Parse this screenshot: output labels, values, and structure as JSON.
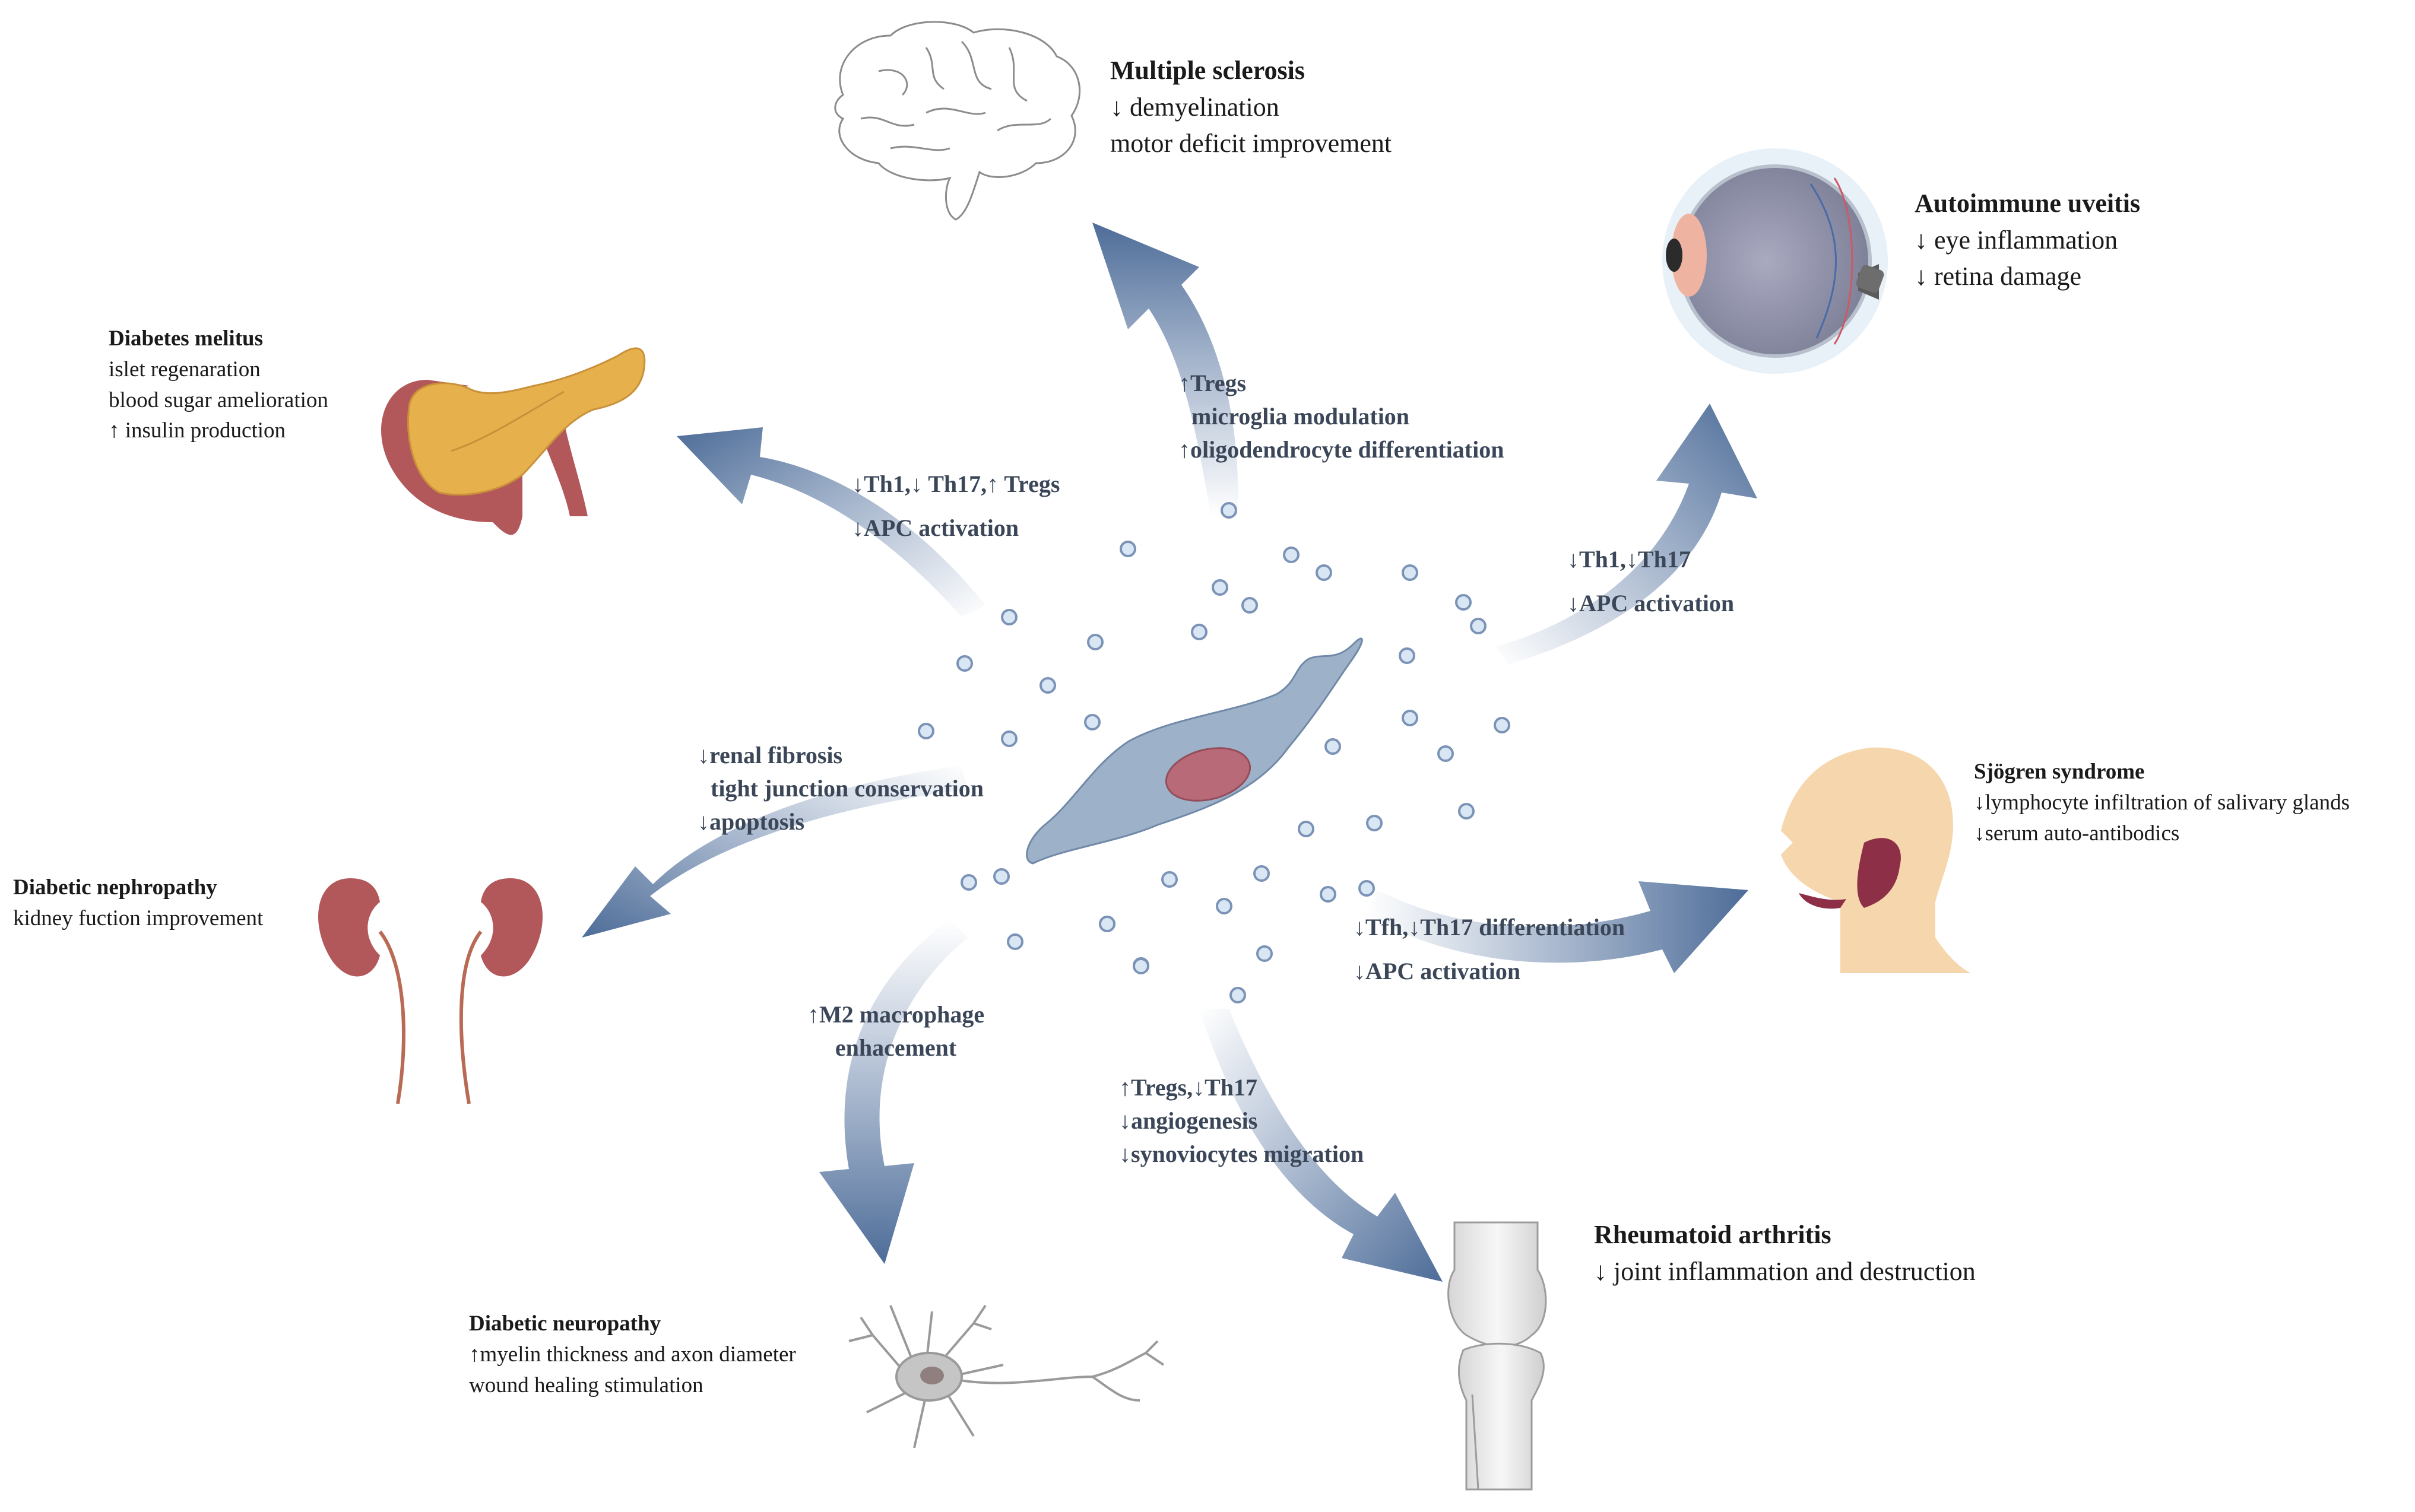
{
  "colors": {
    "arrow": "#5a78a4",
    "cell_fill": "#9db1c8",
    "cell_stroke": "#7189a8",
    "nucleus": "#b96a78",
    "vesicle_fill": "#d9e6f3",
    "vesicle_stroke": "#7b93b7",
    "mechanism_text": "#3b4758",
    "organ_red": "#b2575a",
    "pancreas": "#e6b04c",
    "skin": "#f6d6ac",
    "gland": "#8c2f47"
  },
  "icons": [
    "brain-icon",
    "eye-icon",
    "pancreas-icon",
    "kidneys-icon",
    "head-profile-icon",
    "neuron-icon",
    "knee-joint-icon",
    "mesenchymal-stem-cell-icon"
  ],
  "diseases": {
    "ms": {
      "title": "Multiple sclerosis",
      "effects": [
        "↓ demyelination",
        "motor deficit improvement"
      ]
    },
    "uveitis": {
      "title": "Autoimmune uveitis",
      "effects": [
        "↓ eye inflammation",
        "↓ retina damage"
      ]
    },
    "diabetes": {
      "title": "Diabetes melitus",
      "effects": [
        "islet regenaration",
        "blood sugar amelioration",
        "↑ insulin production"
      ]
    },
    "nephropathy": {
      "title": "Diabetic nephropathy",
      "effects": [
        "kidney fuction improvement"
      ]
    },
    "sjogren": {
      "title": "Sjögren syndrome",
      "effects": [
        "↓lymphocyte infiltration of salivary glands",
        "↓serum auto-antibodics"
      ]
    },
    "neuropathy": {
      "title": "Diabetic neuropathy",
      "effects": [
        "↑myelin thickness and axon diameter",
        "wound healing stimulation"
      ]
    },
    "ra": {
      "title": "Rheumatoid arthritis",
      "effects": [
        "↓ joint inflammation and destruction"
      ]
    }
  },
  "mechanisms": {
    "ms": [
      "↑Tregs",
      "microglia modulation",
      "↑oligodendrocyte differentiation"
    ],
    "diabetes": [
      "↓Th1,↓ Th17,↑ Tregs",
      "↓APC activation"
    ],
    "uveitis": [
      "↓Th1,↓Th17",
      "↓APC activation"
    ],
    "nephropathy": [
      "↓renal fibrosis",
      "tight junction conservation",
      "↓apoptosis"
    ],
    "sjogren": [
      "↓Tfh,↓Th17 differentiation",
      "↓APC activation"
    ],
    "neuropathy": [
      "↑M2 macrophage",
      "enhacement"
    ],
    "ra": [
      "↑Tregs,↓Th17",
      "↓angiogenesis",
      "↓synoviocytes migration"
    ]
  }
}
